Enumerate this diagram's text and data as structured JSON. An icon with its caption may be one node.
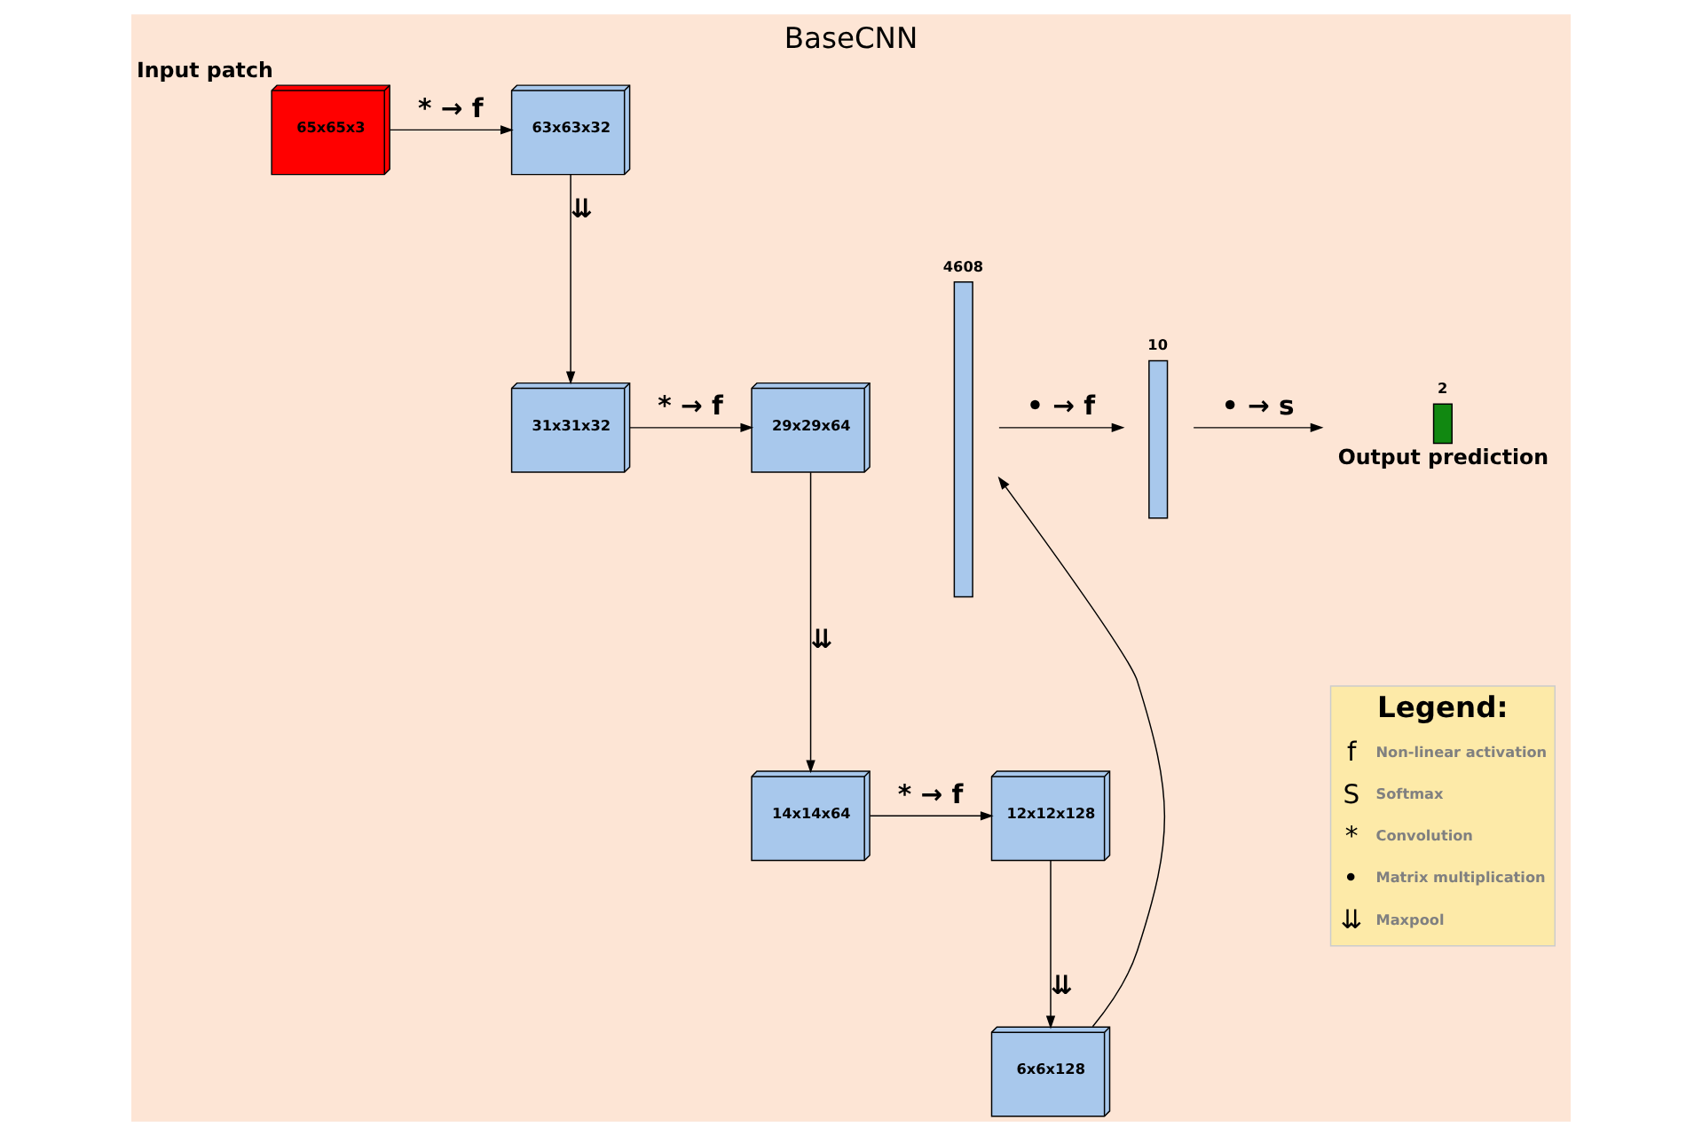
{
  "diagram": {
    "title": "BaseCNN",
    "nodes": [
      {
        "text": [
          "65x65x3"
        ],
        "beside": [
          "Input patch"
        ]
      },
      {
        "text": [
          "63x63x32"
        ]
      },
      {
        "text": [
          "31x31x32"
        ]
      },
      {
        "text": [
          "29x29x64"
        ]
      },
      {
        "text": [
          "14x14x64"
        ]
      },
      {
        "text": [
          "12x12x128"
        ]
      },
      {
        "text": [
          "6x6x128"
        ]
      },
      {
        "text": [
          "4608"
        ]
      },
      {
        "text": [
          "10"
        ]
      },
      {
        "text": [
          "2"
        ],
        "beside": [
          "Output prediction"
        ]
      }
    ],
    "edges": [
      {
        "from": 0,
        "to": 1,
        "arrow": "to",
        "label": "* → f"
      },
      {
        "from": 1,
        "to": 2,
        "arrow": "to",
        "label": "⇊"
      },
      {
        "from": 2,
        "to": 3,
        "arrow": "to",
        "label": "* → f"
      },
      {
        "from": 3,
        "to": 4,
        "arrow": "to",
        "label": "⇊"
      },
      {
        "from": 4,
        "to": 5,
        "arrow": "to",
        "label": "* → f"
      },
      {
        "from": 5,
        "to": 6,
        "arrow": "to",
        "label": "⇊"
      },
      {
        "from": 6,
        "to": 7,
        "arrow": "to"
      },
      {
        "from": 7,
        "to": 8,
        "arrow": "to",
        "label": "• → f"
      },
      {
        "from": 8,
        "to": 9,
        "arrow": "to",
        "label": "• → s"
      }
    ],
    "labels": [
      "Legend:",
      "f",
      "S",
      "*",
      "•",
      "⇊"
    ],
    "legend": [
      {
        "text": "Non-linear activation"
      },
      {
        "text": "Softmax"
      },
      {
        "text": "Convolution"
      },
      {
        "text": "Matrix multiplication"
      },
      {
        "text": "Maxpool"
      }
    ]
  }
}
